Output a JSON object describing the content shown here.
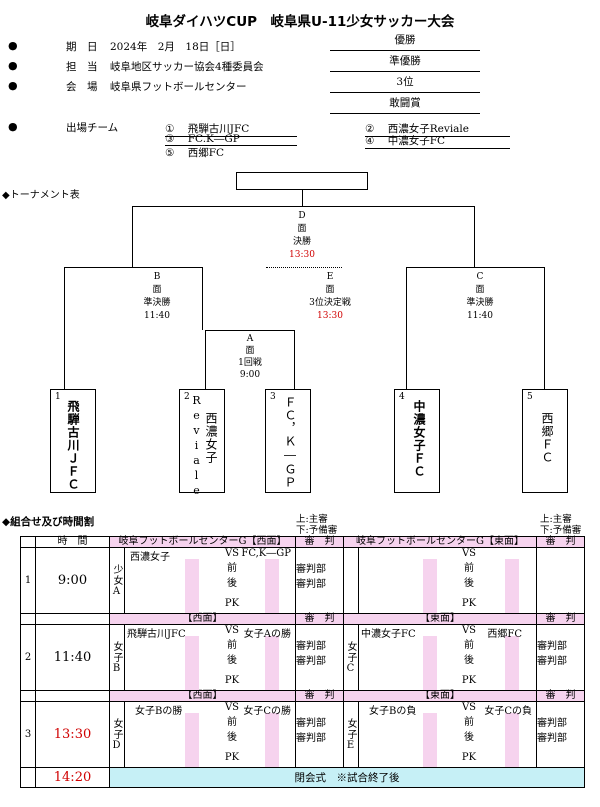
{
  "title": "岐阜ダイハツCUP　岐阜県U-11少女サッカー大会",
  "info": [
    {
      "label": "期　日",
      "value": "2024年　2月　18日［日］"
    },
    {
      "label": "担　当",
      "value": "岐阜地区サッカー協会4種委員会"
    },
    {
      "label": "会　場",
      "value": "岐阜県フットボールセンター"
    }
  ],
  "bullet": "●",
  "results": [
    "優勝",
    "準優勝",
    "3位",
    "敢闘賞"
  ],
  "teams_label": "出場チーム",
  "teams": [
    {
      "num": "①",
      "name": "飛騨古川JFC"
    },
    {
      "num": "②",
      "name": "西濃女子Reviale"
    },
    {
      "num": "③",
      "name": "FC.K―GP"
    },
    {
      "num": "④",
      "name": "中濃女子FC"
    },
    {
      "num": "⑤",
      "name": "西郷FC"
    }
  ],
  "tournament_heading": "◆トーナメント表",
  "bracket": {
    "final": {
      "id": "D",
      "court": "面",
      "round": "決勝",
      "time": "13:30"
    },
    "semi_b": {
      "id": "B",
      "court": "面",
      "round": "準決勝",
      "time": "11:40"
    },
    "third": {
      "id": "E",
      "court": "面",
      "round": "3位決定戦",
      "time": "13:30"
    },
    "semi_c": {
      "id": "C",
      "court": "面",
      "round": "準決勝",
      "time": "11:40"
    },
    "first": {
      "id": "A",
      "court": "面",
      "round": "1回戦",
      "time": "9:00"
    },
    "entries": [
      {
        "num": "1",
        "name": "飛騨古川ＪＦＣ"
      },
      {
        "num": "2",
        "name": "Reviale",
        "name2": "西濃女子"
      },
      {
        "num": "3",
        "name": "ＦＣ，Ｋ―ＧＰ"
      },
      {
        "num": "4",
        "name": "中濃女子ＦＣ"
      },
      {
        "num": "5",
        "name": "西郷ＦＣ"
      }
    ]
  },
  "schedule_heading": "◆組合せ及び時間割",
  "referee_legend_1": "上:主審",
  "referee_legend_2": "下:予備審",
  "schedule": {
    "time_header": "時　間",
    "west_header": "岐阜フットボールセンターG【西面】",
    "east_header": "岐阜フットボールセンターG【東面】",
    "ref_header": "審　判",
    "west_short": "【西面】",
    "east_short": "【東面】",
    "vs": "VS",
    "first_half": "前",
    "second_half": "後",
    "pk": "PK",
    "ref_dept": "審判部",
    "slots": [
      {
        "no": "1",
        "time": "9:00",
        "time_red": false,
        "west": {
          "code": "少女A",
          "home": "西濃女子",
          "away": "FC,K―GP"
        },
        "east": {
          "code": "",
          "home": "",
          "away": ""
        }
      },
      {
        "no": "2",
        "time": "11:40",
        "time_red": false,
        "west": {
          "code": "女子B",
          "home": "飛騨古川JFC",
          "away": "女子Aの勝"
        },
        "east": {
          "code": "女子C",
          "home": "中濃女子FC",
          "away": "西郷FC"
        }
      },
      {
        "no": "3",
        "time": "13:30",
        "time_red": true,
        "west": {
          "code": "女子D",
          "home": "女子Bの勝",
          "away": "女子Cの勝"
        },
        "east": {
          "code": "女子E",
          "home": "女子Bの負",
          "away": "女子Cの負"
        }
      }
    ],
    "closing_time": "14:20",
    "closing_text": "閉会式　※試合終了後"
  },
  "colors": {
    "red": "#d00000",
    "pink": "#f6d3ee",
    "cyan": "#c6f0f6"
  }
}
